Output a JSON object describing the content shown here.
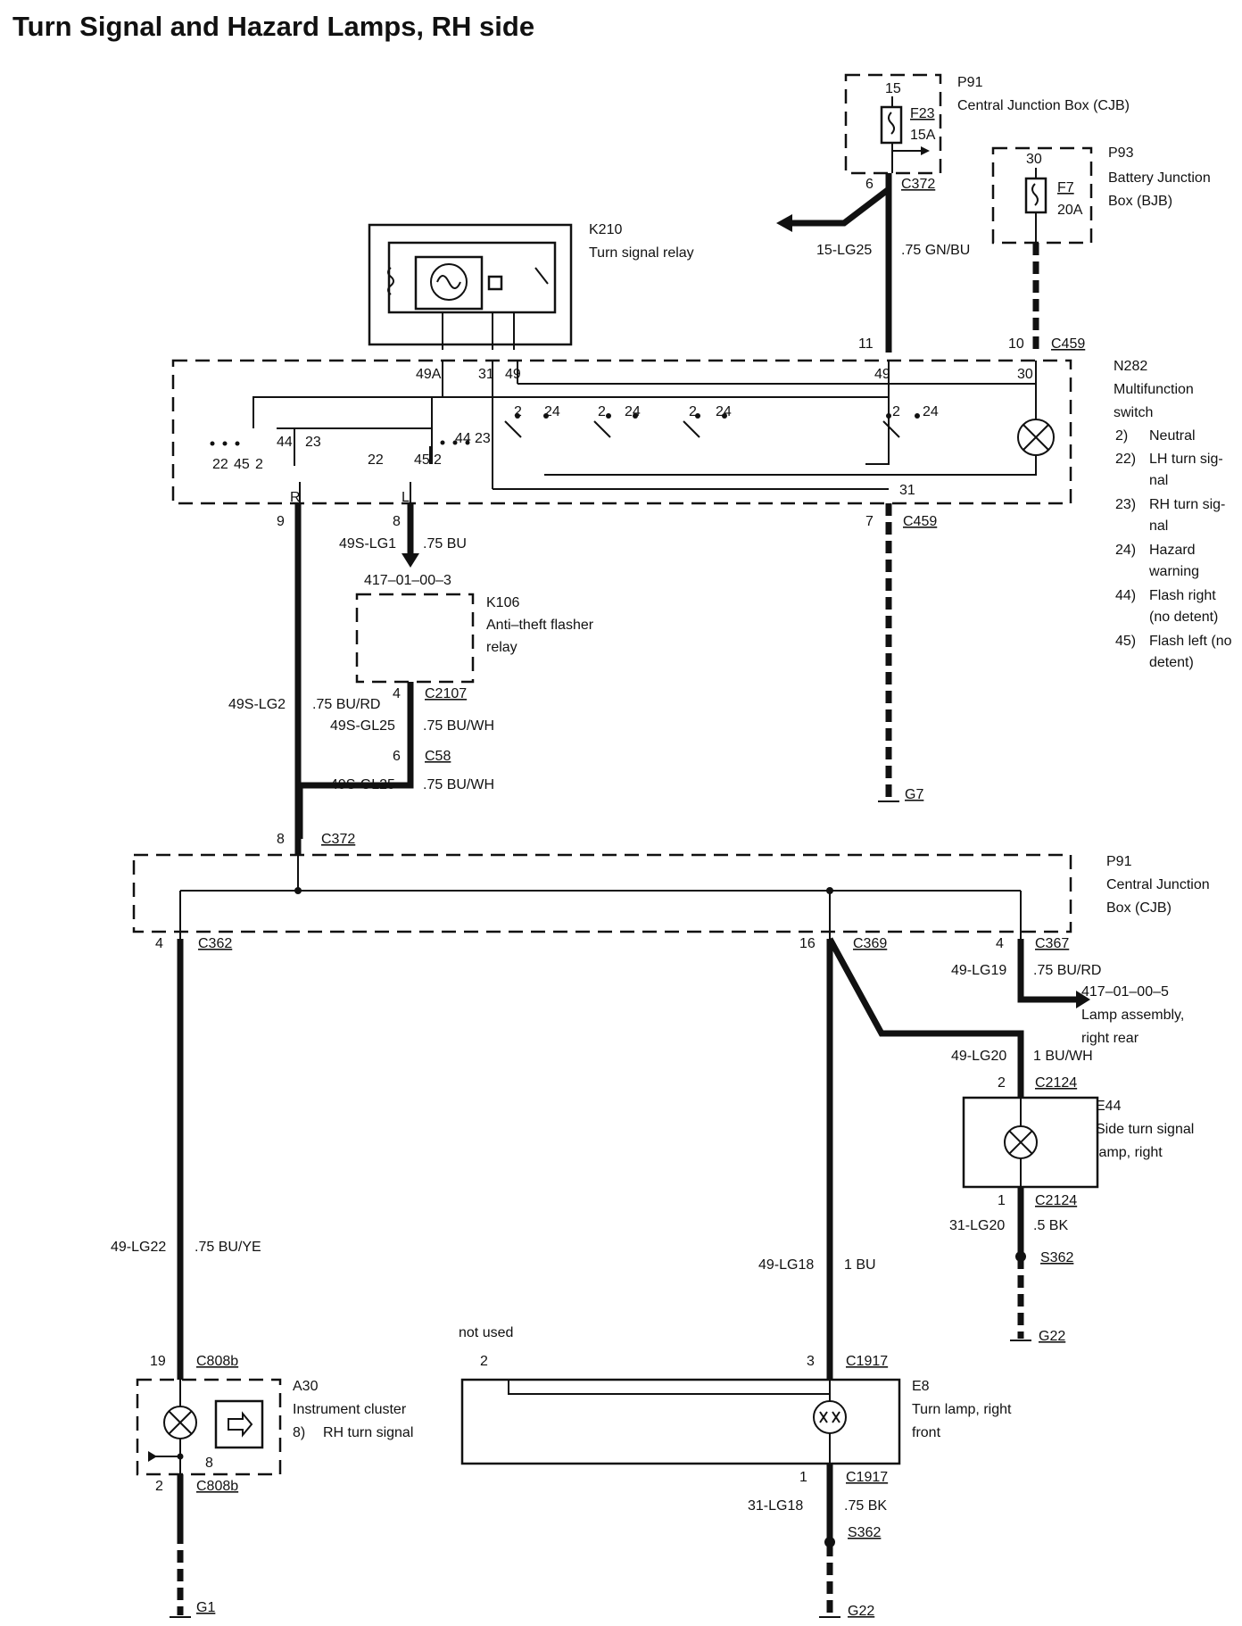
{
  "title": "Turn Signal and Hazard Lamps, RH side",
  "components": {
    "p91_top": {
      "id": "P91",
      "name": "Central Junction Box (CJB)",
      "pin": "15",
      "fuse": "F23",
      "rating": "15A"
    },
    "p93": {
      "id": "P93",
      "name_line1": "Battery Junction",
      "name_line2": "Box (BJB)",
      "pin": "30",
      "fuse": "F7",
      "rating": "20A"
    },
    "k210": {
      "id": "K210",
      "name": "Turn signal relay"
    },
    "n282": {
      "id": "N282",
      "name_line1": "Multifunction",
      "name_line2": "switch",
      "legend": [
        {
          "num": "2)",
          "text": "Neutral"
        },
        {
          "num": "22)",
          "text": "LH turn sig-",
          "cont": "nal"
        },
        {
          "num": "23)",
          "text": "RH turn sig-",
          "cont": "nal"
        },
        {
          "num": "24)",
          "text": "Hazard",
          "cont": "warning"
        },
        {
          "num": "44)",
          "text": "Flash right",
          "cont": "(no detent)"
        },
        {
          "num": "45)",
          "text": "Flash left (no",
          "cont": "detent)"
        }
      ]
    },
    "k106": {
      "id": "K106",
      "name_line1": "Anti–theft flasher",
      "name_line2": "relay",
      "ref": "417–01–00–3"
    },
    "p91_mid": {
      "id": "P91",
      "name_line1": "Central Junction",
      "name_line2": "Box (CJB)"
    },
    "lamp_rear": {
      "ref": "417–01–00–5",
      "name_line1": "Lamp assembly,",
      "name_line2": "right rear"
    },
    "e44": {
      "id": "E44",
      "name_line1": "Side turn signal",
      "name_line2": "lamp, right"
    },
    "a30": {
      "id": "A30",
      "name": "Instrument cluster",
      "item_num": "8)",
      "item_text": "RH turn signal"
    },
    "e8": {
      "id": "E8",
      "name_line1": "Turn lamp, right",
      "name_line2": "front",
      "not_used": "not used"
    }
  },
  "connectors": {
    "c372_top": "C372",
    "c459_top": "C459",
    "c459_bot": "C459",
    "c2107": "C2107",
    "c58": "C58",
    "c372_mid": "C372",
    "c362": "C362",
    "c369": "C369",
    "c367": "C367",
    "c2124_top": "C2124",
    "c2124_bot": "C2124",
    "c808b_top": "C808b",
    "c808b_bot": "C808b",
    "c1917_top": "C1917",
    "c1917_bot": "C1917"
  },
  "grounds": {
    "g7": "G7",
    "g1": "G1",
    "g22_right": "G22",
    "g22_bottom": "G22"
  },
  "splices": {
    "s362_right": "S362",
    "s362_bottom": "S362"
  },
  "pins": {
    "p6": "6",
    "p11": "11",
    "p10": "10",
    "p49": "49",
    "p30": "30",
    "p49a": "49A",
    "p31": "31",
    "p49b": "49",
    "p9": "9",
    "p8": "8",
    "p7": "7",
    "p31b": "31",
    "pR": "R",
    "pL": "L",
    "p4": "4",
    "p6b": "6",
    "p8b": "8",
    "p4b": "4",
    "p16": "16",
    "p4c": "4",
    "p2": "2",
    "p1": "1",
    "p19": "19",
    "p2b": "2",
    "p8c": "8",
    "p2c": "2",
    "p3": "3",
    "p1b": "1",
    "sw_22a": "22",
    "sw_45a": "45",
    "sw_2a": "2",
    "sw_44a": "44",
    "sw_23a": "23",
    "sw_22b": "22",
    "sw_45b": "45",
    "sw_2b": "2",
    "sw_44b": "44",
    "sw_23b": "23",
    "sw_2c": "2",
    "sw_24c": "24",
    "sw_2d": "2",
    "sw_24d": "24",
    "sw_2e": "2",
    "sw_24e": "24",
    "sw_2f": "2",
    "sw_24f": "24"
  },
  "wires": {
    "w15lg25": {
      "circuit": "15-LG25",
      "spec": ".75 GN/BU"
    },
    "w49slg1": {
      "circuit": "49S-LG1",
      "spec": ".75 BU"
    },
    "w49slg2": {
      "circuit": "49S-LG2",
      "spec": ".75 BU/RD"
    },
    "w49sgl25a": {
      "circuit": "49S-GL25",
      "spec": ".75 BU/WH"
    },
    "w49sgl25b": {
      "circuit": "49S-GL25",
      "spec": ".75 BU/WH"
    },
    "w49lg19": {
      "circuit": "49-LG19",
      "spec": ".75 BU/RD"
    },
    "w49lg20": {
      "circuit": "49-LG20",
      "spec": "1 BU/WH"
    },
    "w31lg20": {
      "circuit": "31-LG20",
      "spec": ".5 BK"
    },
    "w49lg22": {
      "circuit": "49-LG22",
      "spec": ".75 BU/YE"
    },
    "w49lg18": {
      "circuit": "49-LG18",
      "spec": "1 BU"
    },
    "w31lg18": {
      "circuit": "31-LG18",
      "spec": ".75 BK"
    }
  }
}
